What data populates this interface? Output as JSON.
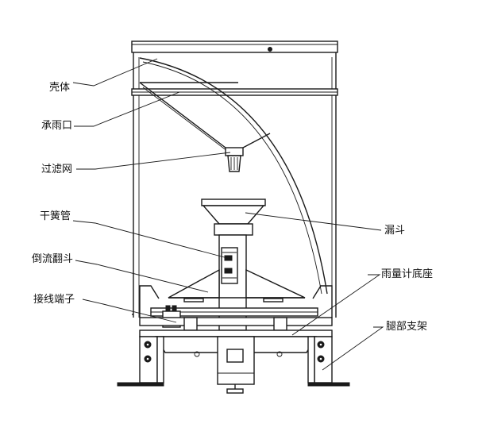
{
  "labels": {
    "shell": "壳体",
    "rain_inlet": "承雨口",
    "filter_mesh": "过滤网",
    "reed_switch": "干簧管",
    "tipping_bucket": "倒流翻斗",
    "terminal": "接线端子",
    "funnel": "漏斗",
    "gauge_base": "雨量计底座",
    "leg_bracket": "腿部支架"
  }
}
